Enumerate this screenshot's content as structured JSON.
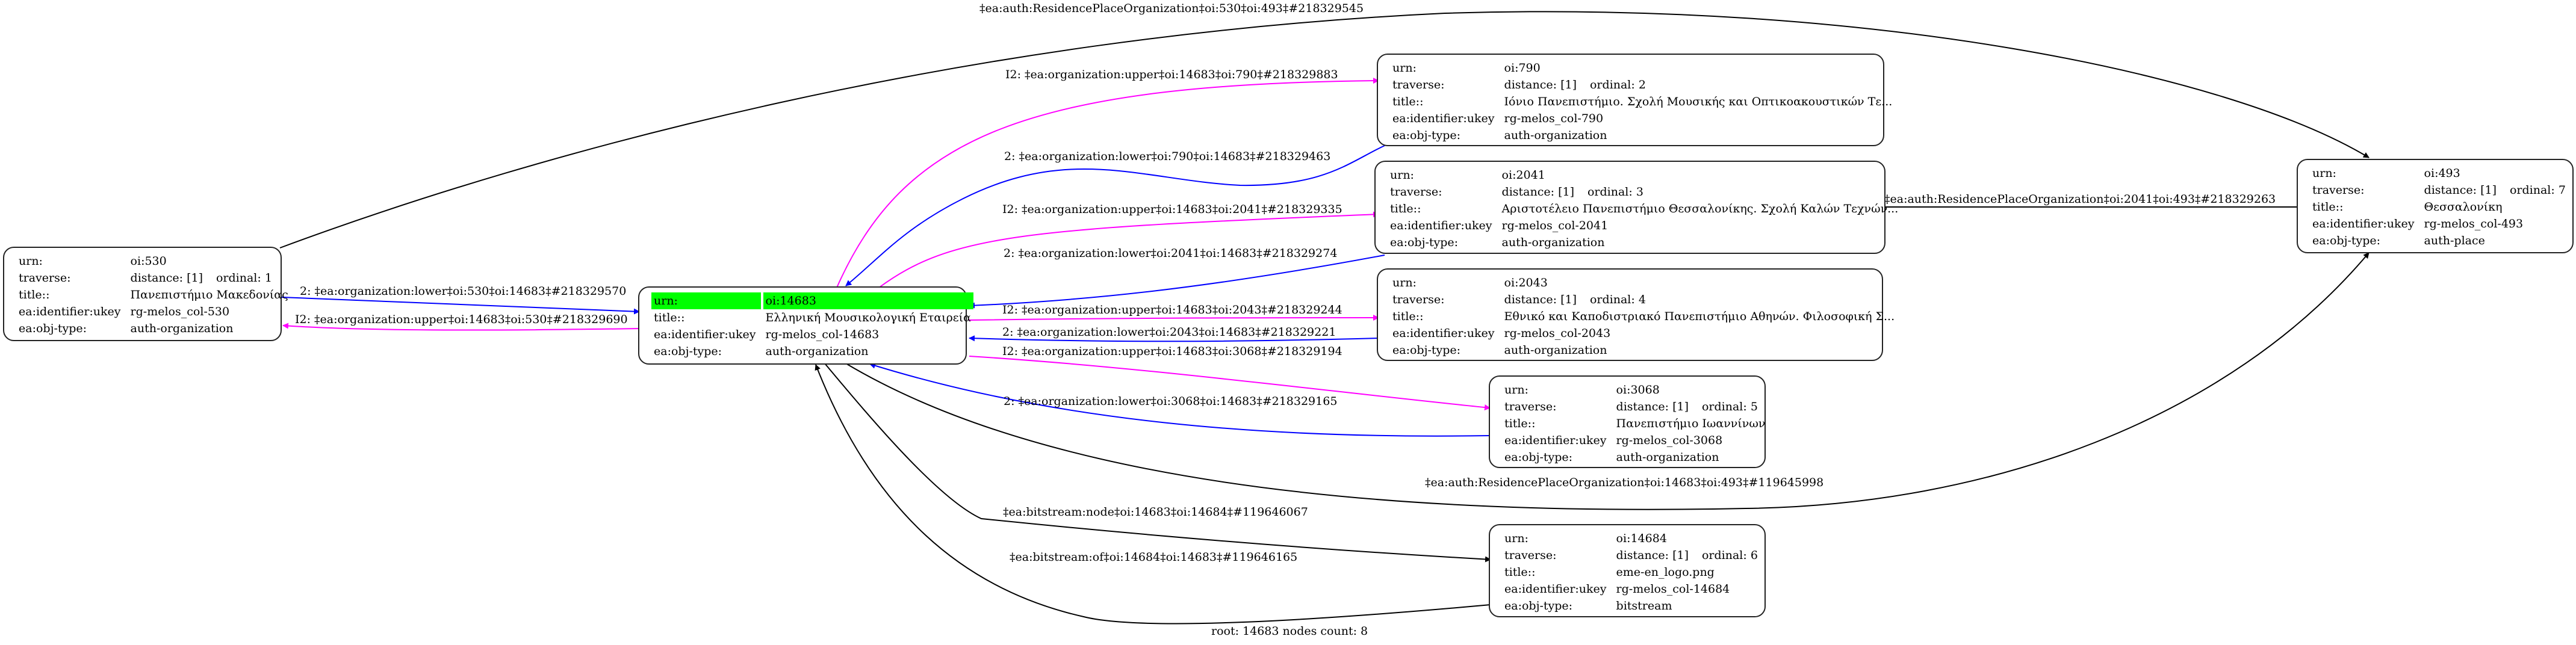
{
  "graph": {
    "root": "oi:14683",
    "footer": "root: 14683 nodes count: 8",
    "colors": {
      "lower": "#0000ff",
      "upper": "#ff00ff",
      "other": "#000000",
      "root_highlight": "#00ff00"
    },
    "field_labels": {
      "urn": "urn:",
      "traverse": "traverse:",
      "title": "title::",
      "ukey": "ea:identifier:ukey",
      "objtype": "ea:obj-type:"
    },
    "nodes": {
      "n530": {
        "urn": "oi:530",
        "distance": "distance: [1]",
        "ordinal": "ordinal: 1",
        "title": "Πανεπιστήμιο Μακεδονίας",
        "ukey": "rg-melos_col-530",
        "objtype": "auth-organization"
      },
      "n14683": {
        "urn": "oi:14683",
        "title": "Ελληνική Μουσικολογική Εταιρεία",
        "ukey": "rg-melos_col-14683",
        "objtype": "auth-organization"
      },
      "n790": {
        "urn": "oi:790",
        "distance": "distance: [1]",
        "ordinal": "ordinal: 2",
        "title": "Ιόνιο Πανεπιστήμιο. Σχολή Μουσικής και Οπτικοακουστικών Τε...",
        "ukey": "rg-melos_col-790",
        "objtype": "auth-organization"
      },
      "n2041": {
        "urn": "oi:2041",
        "distance": "distance: [1]",
        "ordinal": "ordinal: 3",
        "title": "Αριστοτέλειο Πανεπιστήμιο Θεσσαλονίκης. Σχολή Καλών Τεχνών...",
        "ukey": "rg-melos_col-2041",
        "objtype": "auth-organization"
      },
      "n2043": {
        "urn": "oi:2043",
        "distance": "distance: [1]",
        "ordinal": "ordinal: 4",
        "title": "Εθνικό και Καποδιστριακό Πανεπιστήμιο Αθηνών. Φιλοσοφική Σ...",
        "ukey": "rg-melos_col-2043",
        "objtype": "auth-organization"
      },
      "n3068": {
        "urn": "oi:3068",
        "distance": "distance: [1]",
        "ordinal": "ordinal: 5",
        "title": "Πανεπιστήμιο Ιωαννίνων",
        "ukey": "rg-melos_col-3068",
        "objtype": "auth-organization"
      },
      "n14684": {
        "urn": "oi:14684",
        "distance": "distance: [1]",
        "ordinal": "ordinal: 6",
        "title": "eme-en_logo.png",
        "ukey": "rg-melos_col-14684",
        "objtype": "bitstream"
      },
      "n493": {
        "urn": "oi:493",
        "distance": "distance: [1]",
        "ordinal": "ordinal: 7",
        "title": "Θεσσαλονίκη",
        "ukey": "rg-melos_col-493",
        "objtype": "auth-place"
      }
    },
    "edges": [
      {
        "id": "e530_493",
        "kind": "other",
        "from": "oi:530",
        "to": "oi:493",
        "label": "‡ea:auth:ResidencePlaceOrganization‡oi:530‡oi:493‡#218329545"
      },
      {
        "id": "e14683_790u",
        "kind": "upper",
        "from": "oi:14683",
        "to": "oi:790",
        "label": "I2: ‡ea:organization:upper‡oi:14683‡oi:790‡#218329883"
      },
      {
        "id": "e790_14683l",
        "kind": "lower",
        "from": "oi:790",
        "to": "oi:14683",
        "label": "2: ‡ea:organization:lower‡oi:790‡oi:14683‡#218329463"
      },
      {
        "id": "e14683_2041u",
        "kind": "upper",
        "from": "oi:14683",
        "to": "oi:2041",
        "label": "I2: ‡ea:organization:upper‡oi:14683‡oi:2041‡#218329335"
      },
      {
        "id": "e2041_14683l",
        "kind": "lower",
        "from": "oi:2041",
        "to": "oi:14683",
        "label": "2: ‡ea:organization:lower‡oi:2041‡oi:14683‡#218329274"
      },
      {
        "id": "e2041_493",
        "kind": "other",
        "from": "oi:2041",
        "to": "oi:493",
        "label": "‡ea:auth:ResidencePlaceOrganization‡oi:2041‡oi:493‡#218329263"
      },
      {
        "id": "e530_14683l",
        "kind": "lower",
        "from": "oi:530",
        "to": "oi:14683",
        "label": "2: ‡ea:organization:lower‡oi:530‡oi:14683‡#218329570"
      },
      {
        "id": "e14683_530u",
        "kind": "upper",
        "from": "oi:14683",
        "to": "oi:530",
        "label": "I2: ‡ea:organization:upper‡oi:14683‡oi:530‡#218329690"
      },
      {
        "id": "e14683_2043u",
        "kind": "upper",
        "from": "oi:14683",
        "to": "oi:2043",
        "label": "I2: ‡ea:organization:upper‡oi:14683‡oi:2043‡#218329244"
      },
      {
        "id": "e2043_14683l",
        "kind": "lower",
        "from": "oi:2043",
        "to": "oi:14683",
        "label": "2: ‡ea:organization:lower‡oi:2043‡oi:14683‡#218329221"
      },
      {
        "id": "e14683_3068u",
        "kind": "upper",
        "from": "oi:14683",
        "to": "oi:3068",
        "label": "I2: ‡ea:organization:upper‡oi:14683‡oi:3068‡#218329194"
      },
      {
        "id": "e3068_14683l",
        "kind": "lower",
        "from": "oi:3068",
        "to": "oi:14683",
        "label": "2: ‡ea:organization:lower‡oi:3068‡oi:14683‡#218329165"
      },
      {
        "id": "e14683_493",
        "kind": "other",
        "from": "oi:14683",
        "to": "oi:493",
        "label": "‡ea:auth:ResidencePlaceOrganization‡oi:14683‡oi:493‡#119645998"
      },
      {
        "id": "e14683_14684",
        "kind": "other",
        "from": "oi:14683",
        "to": "oi:14684",
        "label": "‡ea:bitstream:node‡oi:14683‡oi:14684‡#119646067"
      },
      {
        "id": "e14684_14683",
        "kind": "other",
        "from": "oi:14684",
        "to": "oi:14683",
        "label": "‡ea:bitstream:of‡oi:14684‡oi:14683‡#119646165"
      }
    ]
  }
}
